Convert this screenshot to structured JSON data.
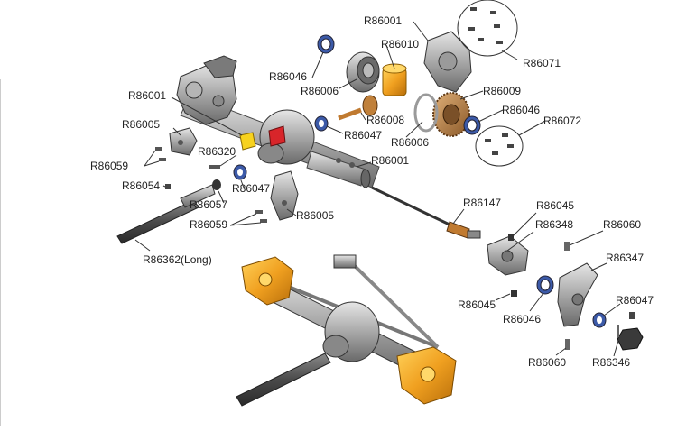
{
  "labels": {
    "r86001_top": "R86001",
    "r86010": "R86010",
    "r86071": "R86071",
    "r86046_a": "R86046",
    "r86006_a": "R86006",
    "r86009": "R86009",
    "r86008": "R86008",
    "r86046_b": "R86046",
    "r86072": "R86072",
    "r86047_a": "R86047",
    "r86006_b": "R86006",
    "r86001_left": "R86001",
    "r86005_a": "R86005",
    "r86320": "R86320",
    "r86059_a": "R86059",
    "r86054": "R86054",
    "r86047_b": "R86047",
    "r86057": "R86057",
    "r86001_right": "R86001",
    "r86005_b": "R86005",
    "r86059_b": "R86059",
    "r86147": "R86147",
    "r86045_a": "R86045",
    "r86348": "R86348",
    "r86060_a": "R86060",
    "r86362": "R86362(Long)",
    "r86347": "R86347",
    "r86045_b": "R86045",
    "r86046_c": "R86046",
    "r86047_c": "R86047",
    "r86060_b": "R86060",
    "r86346": "R86346"
  },
  "colors": {
    "metal_light": "#c9c9c9",
    "metal_mid": "#9a9a9a",
    "metal_dark": "#555555",
    "bronze": "#b07a40",
    "gold": "#f2a81c",
    "yellow": "#f7d21e",
    "red": "#d8252a",
    "bearing_blue": "#3c5aa8",
    "line": "#333333"
  }
}
